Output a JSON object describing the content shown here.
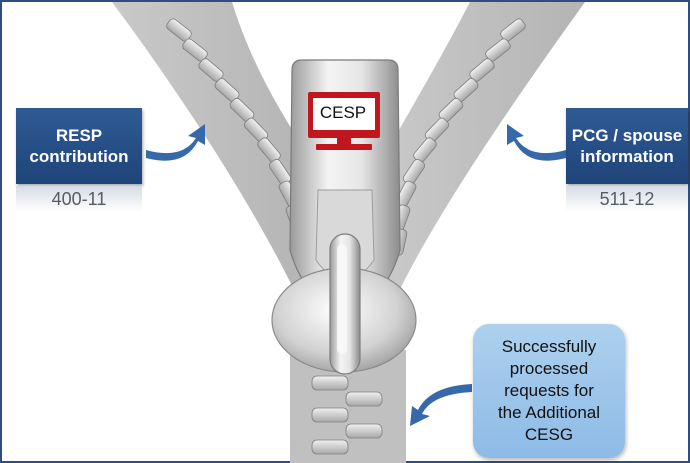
{
  "left_box": {
    "line1": "RESP",
    "line2": "contribution",
    "code": "400-11"
  },
  "right_box": {
    "line1": "PCG / spouse",
    "line2": "information",
    "code": "511-12"
  },
  "screen_label": "CESP",
  "callout": {
    "lines": [
      "Successfully",
      "processed",
      "requests for",
      "the Additional",
      "CESG"
    ]
  },
  "colors": {
    "frame": "#2e4e80",
    "box_blue": "#264e86",
    "arrow_blue": "#3569aa",
    "callout_blue": "#a3c8ec",
    "monitor_red": "#c0161d"
  },
  "icons": [
    "zipper-graphic",
    "monitor-icon",
    "curved-arrow-icon"
  ]
}
